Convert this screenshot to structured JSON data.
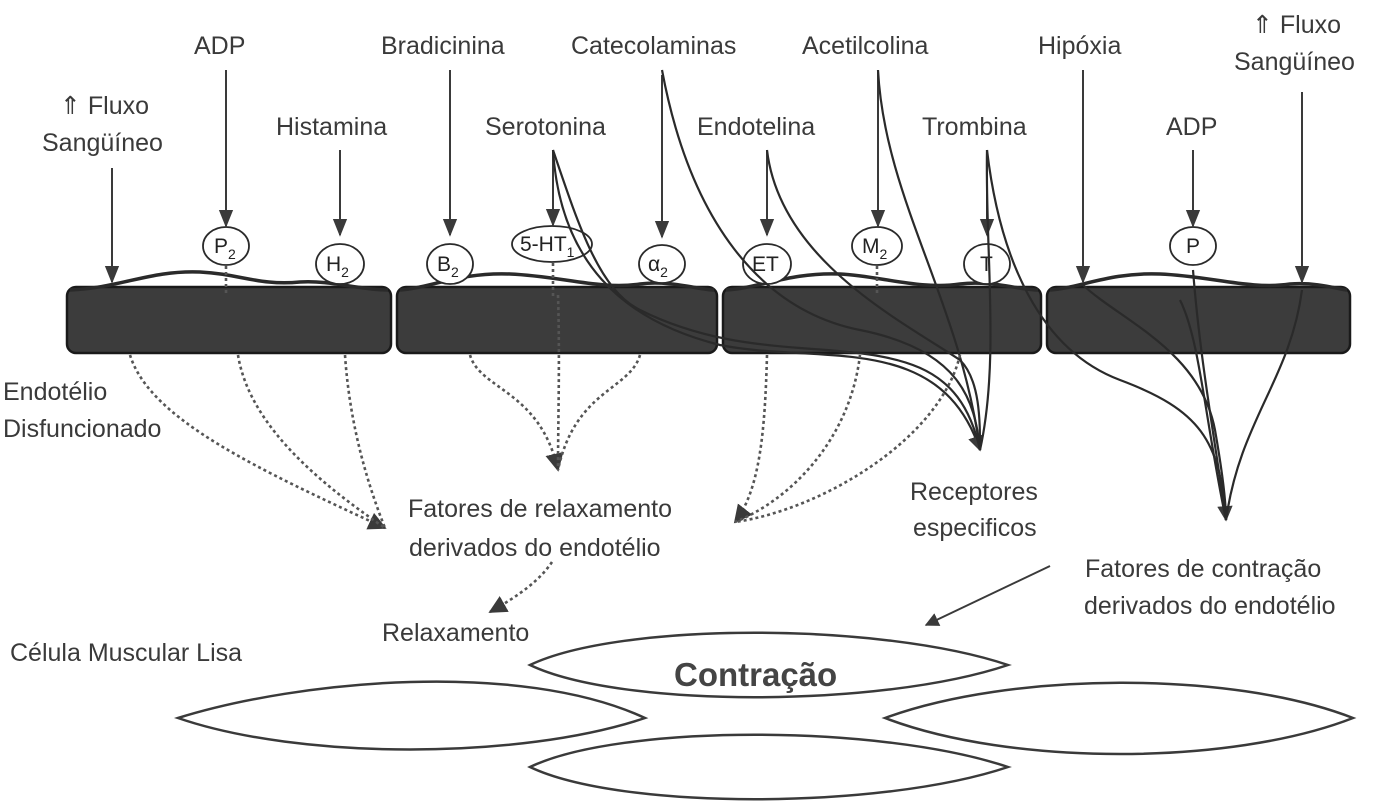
{
  "labels": {
    "fluxo_left_1": "⇑ Fluxo",
    "fluxo_left_2": "Sangüíneo",
    "adp_left": "ADP",
    "histamina": "Histamina",
    "bradicinina": "Bradicinina",
    "serotonina": "Serotonina",
    "catecolaminas": "Catecolaminas",
    "endotelina": "Endotelina",
    "acetilcolina": "Acetilcolina",
    "trombina": "Trombina",
    "hipoxia": "Hipóxia",
    "adp_right": "ADP",
    "fluxo_right_1": "⇑ Fluxo",
    "fluxo_right_2": "Sangüíneo",
    "endotelio_1": "Endotélio",
    "endotelio_2": "Disfuncionado",
    "relax_factors_1": "Fatores de relaxamento",
    "relax_factors_2": "derivados do endotélio",
    "receptores_1": "Receptores",
    "receptores_2": "especificos",
    "contraction_factors_1": "Fatores de contração",
    "contraction_factors_2": "derivados do endotélio",
    "relaxamento": "Relaxamento",
    "celula": "Célula Muscular Lisa",
    "contracao": "Contração"
  },
  "receptors": {
    "p2": "P",
    "p2_sub": "2",
    "h2": "H",
    "h2_sub": "2",
    "b2": "B",
    "b2_sub": "2",
    "ht1": "5-HT",
    "ht1_sub": "1",
    "a2": "α",
    "a2_sub": "2",
    "et": "ET",
    "m2": "M",
    "m2_sub": "2",
    "t": "T",
    "p": "P"
  },
  "colors": {
    "cell_fill": "#3c3c3c",
    "line": "#3a3a3a",
    "text": "#3a3a3a"
  }
}
